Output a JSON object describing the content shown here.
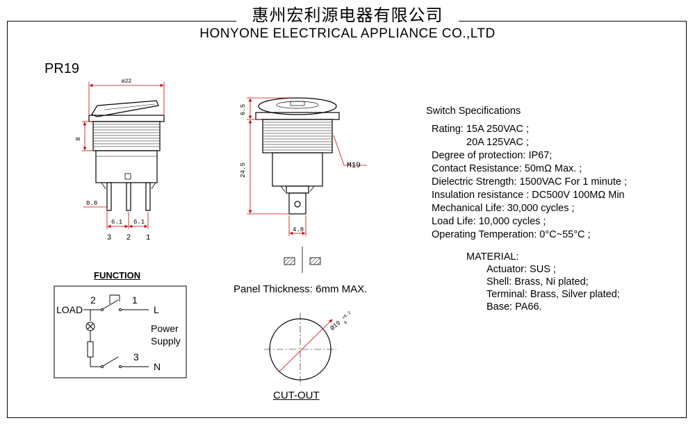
{
  "header": {
    "company_cn": "惠州宏利源电器有限公司",
    "company_en": "HONYONE ELECTRICAL APPLIANCE CO.,LTD"
  },
  "model": "PR19",
  "drawing": {
    "dim_diameter": "ø22",
    "dim_height": "8",
    "dim_pin_width": "0.8",
    "dim_pitch_left": "6.1",
    "dim_pitch_right": "6.1",
    "pin_labels": [
      "3",
      "2",
      "1"
    ],
    "dim_top": "6.5",
    "dim_body": "24.5",
    "dim_thread": "M19",
    "dim_terminal": "4.8"
  },
  "panel_thickness": "Panel Thickness: 6mm MAX.",
  "cutout": {
    "dimension": "Ø19",
    "tolerance_upper": "+0.2",
    "tolerance_lower": "0",
    "label": "CUT-OUT"
  },
  "function": {
    "title": "FUNCTION",
    "load": "LOAD",
    "l": "L",
    "n": "N",
    "t1": "1",
    "t2": "2",
    "t3": "3",
    "power": "Power",
    "supply": "Supply"
  },
  "specs": {
    "title": "Switch Specifications",
    "lines": [
      "Rating: 15A    250VAC ;",
      "20A    125VAC ;",
      "Degree of protection: IP67;",
      "Contact Resistance: 50mΩ Max. ;",
      "Dielectric Strength: 1500VAC For 1 minute ;",
      "Insulation resistance : DC500V 100MΩ  Min",
      "Mechanical Life: 30,000 cycles ;",
      "Load Life: 10,000 cycles ;",
      "Operating Temperation: 0°C~55°C ;"
    ]
  },
  "material": {
    "title": "MATERIAL:",
    "lines": [
      "Actuator: SUS ;",
      "Shell: Brass, Ni  plated;",
      "Terminal: Brass, Silver  plated;",
      "Base: PA66."
    ]
  }
}
